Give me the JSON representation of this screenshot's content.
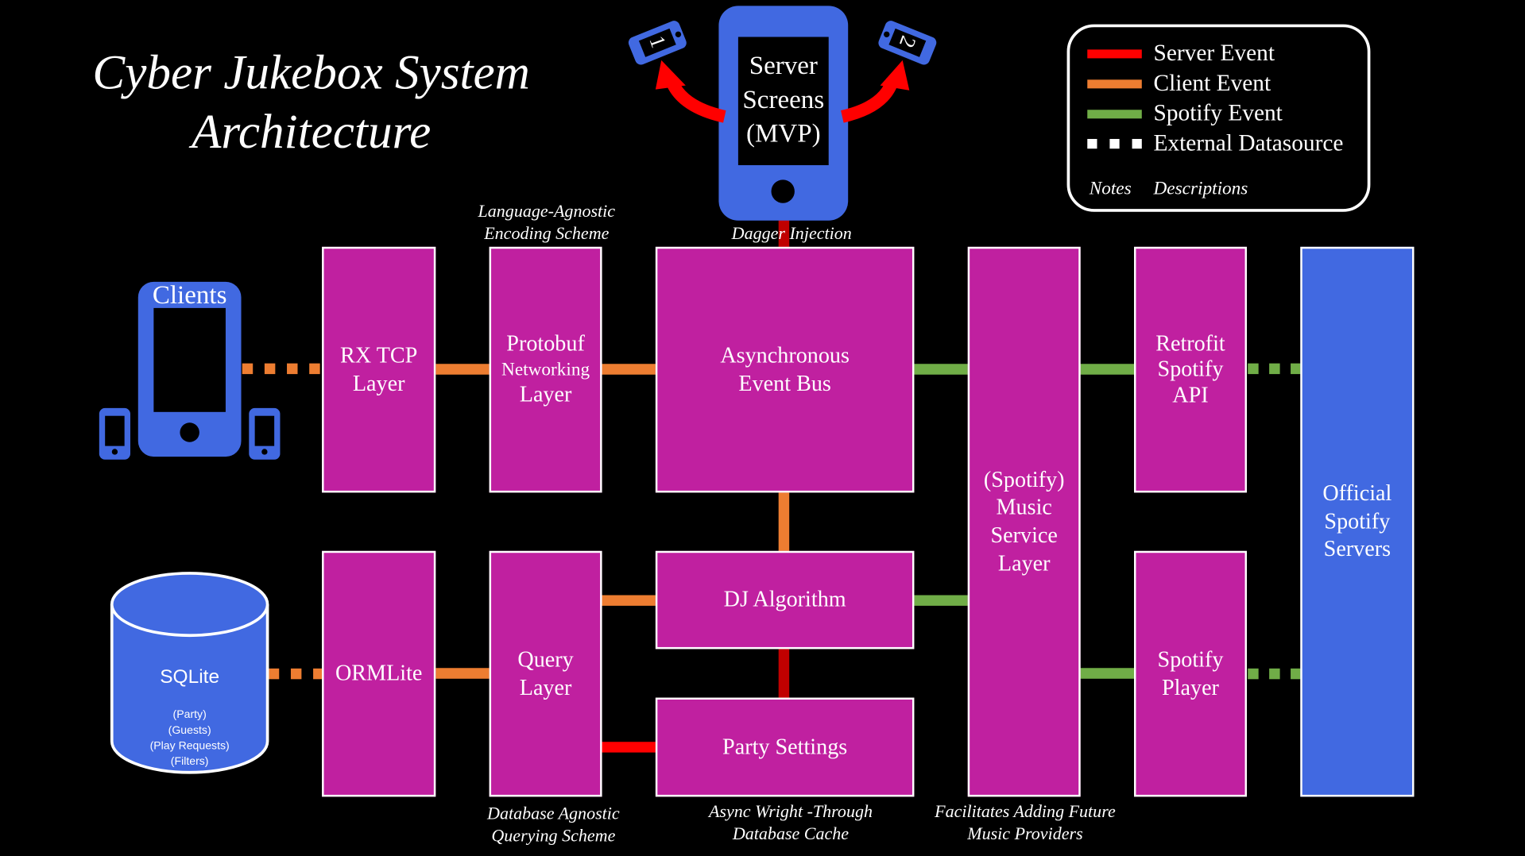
{
  "title": {
    "line1": "Cyber Jukebox System",
    "line2": "Architecture"
  },
  "legend": {
    "items": [
      {
        "label": "Server Event",
        "color": "#ff0000"
      },
      {
        "label": "Client Event",
        "color": "#ed7d31"
      },
      {
        "label": "Spotify Event",
        "color": "#70ad47"
      },
      {
        "label": "External Datasource",
        "color": "#ffffff"
      }
    ],
    "notes_label": "Notes",
    "descriptions_label": "Descriptions"
  },
  "colors": {
    "layer_box": "#c020a0",
    "device_blue": "#4169e1",
    "server_event": "#ff0000",
    "server_event_dark": "#c00000",
    "client_event": "#ed7d31",
    "spotify_event": "#70ad47"
  },
  "server_screens": {
    "line1": "Server",
    "line2": "Screens",
    "line3": "(MVP)",
    "screen1": "1",
    "screen2": "2"
  },
  "clients": {
    "label": "Clients"
  },
  "sqlite": {
    "label": "SQLite",
    "tables": [
      "(Party)",
      "(Guests)",
      "(Play Requests)",
      "(Filters)"
    ]
  },
  "boxes": {
    "rx_tcp": [
      "RX TCP",
      "Layer"
    ],
    "protobuf": [
      "Protobuf",
      "Networking",
      "Layer"
    ],
    "event_bus": [
      "Asynchronous",
      "Event Bus"
    ],
    "music_service": [
      "(Spotify)",
      "Music",
      "Service",
      "Layer"
    ],
    "retrofit": [
      "Retrofit",
      "Spotify",
      "API"
    ],
    "official_spotify": [
      "Official",
      "Spotify",
      "Servers"
    ],
    "ormlite": [
      "ORMLite"
    ],
    "query": [
      "Query",
      "Layer"
    ],
    "dj": [
      "DJ Algorithm"
    ],
    "party_settings": [
      "Party Settings"
    ],
    "spotify_player": [
      "Spotify",
      "Player"
    ]
  },
  "notes": {
    "encoding": [
      "Language-Agnostic",
      "Encoding Scheme"
    ],
    "dagger": [
      "Dagger Injection"
    ],
    "db_agnostic": [
      "Database Agnostic",
      "Querying Scheme"
    ],
    "cache": [
      "Async Wright -Through",
      "Database Cache"
    ],
    "providers": [
      "Facilitates Adding Future",
      "Music Providers"
    ]
  }
}
